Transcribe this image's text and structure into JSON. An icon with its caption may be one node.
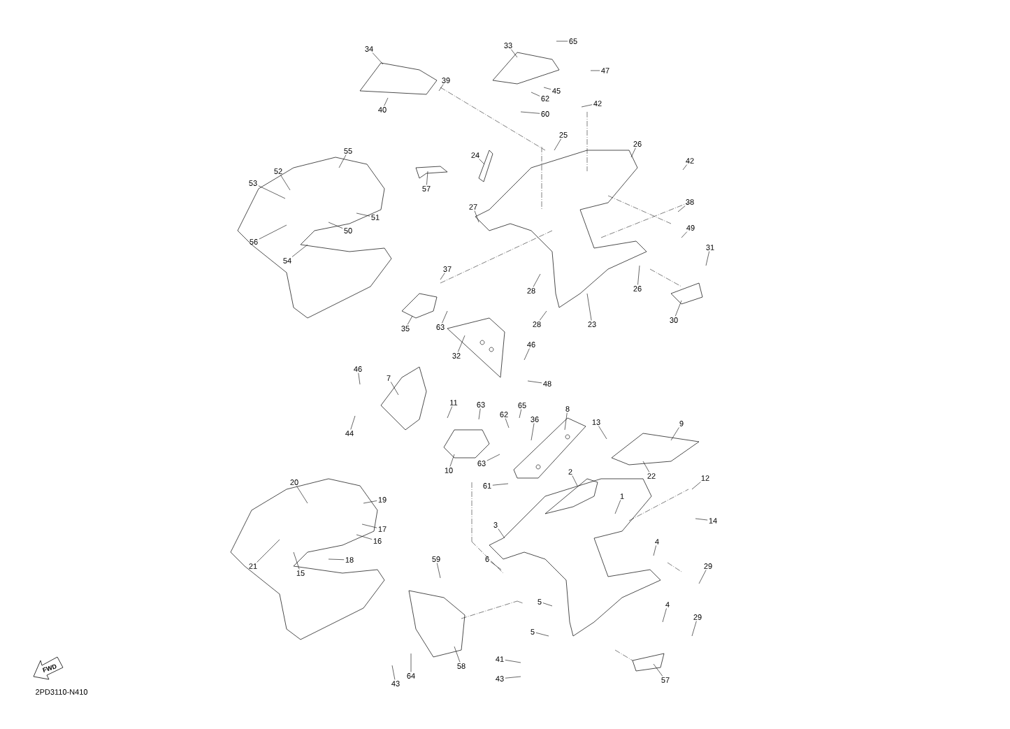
{
  "diagram": {
    "nodes": [
      {
        "text": [
          "34"
        ]
      },
      {
        "text": [
          "33"
        ]
      },
      {
        "text": [
          "65"
        ]
      },
      {
        "text": [
          "39"
        ]
      },
      {
        "text": [
          "47"
        ]
      },
      {
        "text": [
          "45"
        ]
      },
      {
        "text": [
          "62"
        ]
      },
      {
        "text": [
          "40"
        ]
      },
      {
        "text": [
          "60"
        ]
      },
      {
        "text": [
          "42"
        ]
      },
      {
        "text": [
          "25"
        ]
      },
      {
        "text": [
          "26"
        ]
      },
      {
        "text": [
          "24"
        ]
      },
      {
        "text": [
          "42"
        ]
      },
      {
        "text": [
          "57"
        ]
      },
      {
        "text": [
          "55"
        ]
      },
      {
        "text": [
          "52"
        ]
      },
      {
        "text": [
          "53"
        ]
      },
      {
        "text": [
          "51"
        ]
      },
      {
        "text": [
          "50"
        ]
      },
      {
        "text": [
          "27"
        ]
      },
      {
        "text": [
          "38"
        ]
      },
      {
        "text": [
          "49"
        ]
      },
      {
        "text": [
          "56"
        ]
      },
      {
        "text": [
          "54"
        ]
      },
      {
        "text": [
          "31"
        ]
      },
      {
        "text": [
          "37"
        ]
      },
      {
        "text": [
          "26"
        ]
      },
      {
        "text": [
          "28"
        ]
      },
      {
        "text": [
          "28"
        ]
      },
      {
        "text": [
          "23"
        ]
      },
      {
        "text": [
          "35"
        ]
      },
      {
        "text": [
          "63"
        ]
      },
      {
        "text": [
          "30"
        ]
      },
      {
        "text": [
          "32"
        ]
      },
      {
        "text": [
          "46"
        ]
      },
      {
        "text": [
          "48"
        ]
      },
      {
        "text": [
          "46"
        ]
      },
      {
        "text": [
          "7"
        ]
      },
      {
        "text": [
          "11"
        ]
      },
      {
        "text": [
          "63"
        ]
      },
      {
        "text": [
          "65"
        ]
      },
      {
        "text": [
          "62"
        ]
      },
      {
        "text": [
          "36"
        ]
      },
      {
        "text": [
          "8"
        ]
      },
      {
        "text": [
          "13"
        ]
      },
      {
        "text": [
          "9"
        ]
      },
      {
        "text": [
          "44"
        ]
      },
      {
        "text": [
          "10"
        ]
      },
      {
        "text": [
          "63"
        ]
      },
      {
        "text": [
          "22"
        ]
      },
      {
        "text": [
          "61"
        ]
      },
      {
        "text": [
          "2"
        ]
      },
      {
        "text": [
          "12"
        ]
      },
      {
        "text": [
          "1"
        ]
      },
      {
        "text": [
          "20"
        ]
      },
      {
        "text": [
          "19"
        ]
      },
      {
        "text": [
          "14"
        ]
      },
      {
        "text": [
          "3"
        ]
      },
      {
        "text": [
          "17"
        ]
      },
      {
        "text": [
          "16"
        ]
      },
      {
        "text": [
          "4"
        ]
      },
      {
        "text": [
          "18"
        ]
      },
      {
        "text": [
          "29"
        ]
      },
      {
        "text": [
          "6"
        ]
      },
      {
        "text": [
          "59"
        ]
      },
      {
        "text": [
          "21"
        ]
      },
      {
        "text": [
          "15"
        ]
      },
      {
        "text": [
          "5"
        ]
      },
      {
        "text": [
          "4"
        ]
      },
      {
        "text": [
          "29"
        ]
      },
      {
        "text": [
          "5"
        ]
      },
      {
        "text": [
          "41"
        ]
      },
      {
        "text": [
          "58"
        ]
      },
      {
        "text": [
          "43"
        ]
      },
      {
        "text": [
          "64"
        ]
      },
      {
        "text": [
          "43"
        ]
      },
      {
        "text": [
          "57"
        ]
      }
    ],
    "edges": [
      {
        "from": 0,
        "to": null,
        "arrow": "none"
      },
      {
        "from": 1,
        "to": null,
        "arrow": "none"
      },
      {
        "from": 2,
        "to": null,
        "arrow": "none"
      },
      {
        "from": 3,
        "to": null,
        "arrow": "none"
      },
      {
        "from": 4,
        "to": null,
        "arrow": "none"
      },
      {
        "from": 5,
        "to": null,
        "arrow": "none"
      },
      {
        "from": 6,
        "to": null,
        "arrow": "none"
      },
      {
        "from": 7,
        "to": null,
        "arrow": "none"
      },
      {
        "from": 8,
        "to": null,
        "arrow": "none"
      },
      {
        "from": 9,
        "to": null,
        "arrow": "none"
      },
      {
        "from": 10,
        "to": null,
        "arrow": "none"
      },
      {
        "from": 11,
        "to": null,
        "arrow": "none"
      },
      {
        "from": 12,
        "to": null,
        "arrow": "none"
      },
      {
        "from": 13,
        "to": null,
        "arrow": "none"
      },
      {
        "from": 14,
        "to": null,
        "arrow": "none"
      },
      {
        "from": 15,
        "to": null,
        "arrow": "none"
      },
      {
        "from": 16,
        "to": null,
        "arrow": "none"
      },
      {
        "from": 17,
        "to": null,
        "arrow": "none"
      },
      {
        "from": 18,
        "to": null,
        "arrow": "none"
      },
      {
        "from": 19,
        "to": null,
        "arrow": "none"
      },
      {
        "from": 20,
        "to": null,
        "arrow": "none"
      },
      {
        "from": 21,
        "to": null,
        "arrow": "none"
      },
      {
        "from": 22,
        "to": null,
        "arrow": "none"
      },
      {
        "from": 23,
        "to": null,
        "arrow": "none"
      },
      {
        "from": 24,
        "to": null,
        "arrow": "none"
      },
      {
        "from": 25,
        "to": null,
        "arrow": "none"
      },
      {
        "from": 26,
        "to": null,
        "arrow": "none"
      },
      {
        "from": 27,
        "to": null,
        "arrow": "none"
      },
      {
        "from": 28,
        "to": null,
        "arrow": "none"
      },
      {
        "from": 29,
        "to": null,
        "arrow": "none"
      },
      {
        "from": 30,
        "to": null,
        "arrow": "none"
      },
      {
        "from": 31,
        "to": null,
        "arrow": "none"
      },
      {
        "from": 32,
        "to": null,
        "arrow": "none"
      },
      {
        "from": 33,
        "to": null,
        "arrow": "none"
      },
      {
        "from": 34,
        "to": null,
        "arrow": "none"
      },
      {
        "from": 35,
        "to": null,
        "arrow": "none"
      },
      {
        "from": 36,
        "to": null,
        "arrow": "none"
      },
      {
        "from": 37,
        "to": null,
        "arrow": "none"
      },
      {
        "from": 38,
        "to": null,
        "arrow": "none"
      },
      {
        "from": 39,
        "to": null,
        "arrow": "none"
      },
      {
        "from": 40,
        "to": null,
        "arrow": "none"
      },
      {
        "from": 41,
        "to": null,
        "arrow": "none"
      },
      {
        "from": 42,
        "to": null,
        "arrow": "none"
      },
      {
        "from": 43,
        "to": null,
        "arrow": "none"
      },
      {
        "from": 44,
        "to": null,
        "arrow": "none"
      },
      {
        "from": 45,
        "to": null,
        "arrow": "none"
      },
      {
        "from": 46,
        "to": null,
        "arrow": "none"
      },
      {
        "from": 47,
        "to": null,
        "arrow": "none"
      },
      {
        "from": 48,
        "to": null,
        "arrow": "none"
      },
      {
        "from": 49,
        "to": null,
        "arrow": "none"
      },
      {
        "from": 50,
        "to": null,
        "arrow": "none"
      },
      {
        "from": 51,
        "to": null,
        "arrow": "none"
      },
      {
        "from": 52,
        "to": null,
        "arrow": "none"
      },
      {
        "from": 53,
        "to": null,
        "arrow": "none"
      },
      {
        "from": 54,
        "to": null,
        "arrow": "none"
      },
      {
        "from": 55,
        "to": null,
        "arrow": "none"
      },
      {
        "from": 56,
        "to": null,
        "arrow": "none"
      },
      {
        "from": 57,
        "to": null,
        "arrow": "none"
      },
      {
        "from": 58,
        "to": null,
        "arrow": "none"
      },
      {
        "from": 59,
        "to": null,
        "arrow": "none"
      },
      {
        "from": 60,
        "to": null,
        "arrow": "none"
      },
      {
        "from": 61,
        "to": null,
        "arrow": "none"
      },
      {
        "from": 62,
        "to": null,
        "arrow": "none"
      },
      {
        "from": 63,
        "to": null,
        "arrow": "none"
      },
      {
        "from": 64,
        "to": null,
        "arrow": "none"
      },
      {
        "from": 65,
        "to": null,
        "arrow": "none"
      },
      {
        "from": 66,
        "to": null,
        "arrow": "none"
      },
      {
        "from": 67,
        "to": null,
        "arrow": "none"
      },
      {
        "from": 68,
        "to": null,
        "arrow": "none"
      },
      {
        "from": 69,
        "to": null,
        "arrow": "none"
      },
      {
        "from": 70,
        "to": null,
        "arrow": "none"
      },
      {
        "from": 71,
        "to": null,
        "arrow": "none"
      },
      {
        "from": 72,
        "to": null,
        "arrow": "none"
      },
      {
        "from": 73,
        "to": null,
        "arrow": "none"
      },
      {
        "from": 74,
        "to": null,
        "arrow": "none"
      },
      {
        "from": 75,
        "to": null,
        "arrow": "none"
      },
      {
        "from": 76,
        "to": null,
        "arrow": "none"
      },
      {
        "from": 77,
        "to": null,
        "arrow": "none"
      }
    ],
    "labels": [
      "FWD",
      "2PD3110-N410"
    ]
  }
}
